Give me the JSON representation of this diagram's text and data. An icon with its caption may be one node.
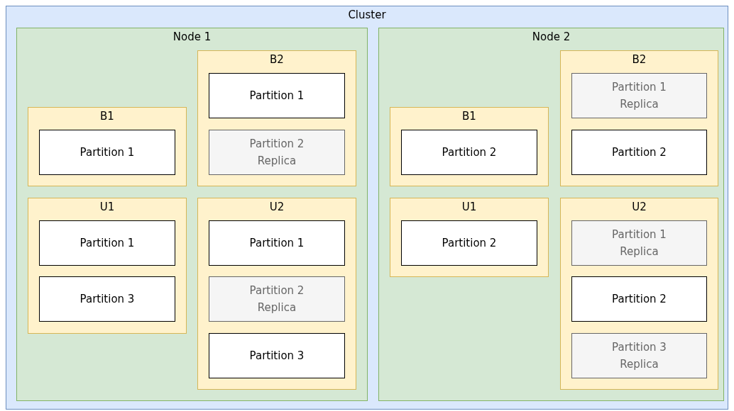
{
  "diagram": {
    "nodes": [
      {
        "text": [
          "Cluster"
        ]
      },
      {
        "text": [
          "Node 1"
        ],
        "in": 0
      },
      {
        "text": [
          "B1"
        ],
        "in": 1
      },
      {
        "text": [
          "Partition 1"
        ],
        "in": 2
      },
      {
        "text": [
          "U1"
        ],
        "in": 1
      },
      {
        "text": [
          "Partition 1"
        ],
        "in": 4
      },
      {
        "text": [
          "Partition 3"
        ],
        "in": 4
      },
      {
        "text": [
          "B2"
        ],
        "in": 1
      },
      {
        "text": [
          "Partition 1"
        ],
        "in": 7
      },
      {
        "text": [
          "Partition 2 Replica"
        ],
        "in": 7
      },
      {
        "text": [
          "U2"
        ],
        "in": 1
      },
      {
        "text": [
          "Partition 1"
        ],
        "in": 10
      },
      {
        "text": [
          "Partition 2 Replica"
        ],
        "in": 10
      },
      {
        "text": [
          "Partition 3"
        ],
        "in": 10
      },
      {
        "text": [
          "Node 2"
        ],
        "in": 0
      },
      {
        "text": [
          "B1"
        ],
        "in": 14
      },
      {
        "text": [
          "Partition 2"
        ],
        "in": 15
      },
      {
        "text": [
          "U1"
        ],
        "in": 14
      },
      {
        "text": [
          "Partition 2"
        ],
        "in": 17
      },
      {
        "text": [
          "B2"
        ],
        "in": 14
      },
      {
        "text": [
          "Partition 1 Replica"
        ],
        "in": 19
      },
      {
        "text": [
          "Partition 2"
        ],
        "in": 19
      },
      {
        "text": [
          "U2"
        ],
        "in": 14
      },
      {
        "text": [
          "Partition 1 Replica"
        ],
        "in": 22
      },
      {
        "text": [
          "Partition 2"
        ],
        "in": 22
      },
      {
        "text": [
          "Partition 3 Replica"
        ],
        "in": 22
      }
    ]
  }
}
